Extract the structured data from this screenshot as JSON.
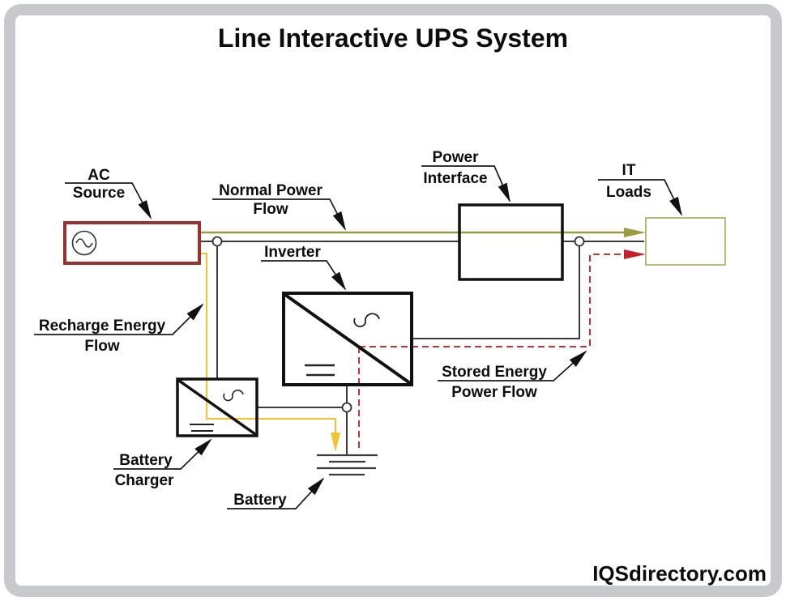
{
  "title": "Line Interactive UPS System",
  "watermark": "IQSdirectory.com",
  "labels": {
    "ac_source": {
      "line1": "AC",
      "line2": "Source"
    },
    "normal_power_flow": {
      "line1": "Normal Power",
      "line2": "Flow"
    },
    "inverter": {
      "line1": "Inverter"
    },
    "power_interface": {
      "line1": "Power",
      "line2": "Interface"
    },
    "it_loads": {
      "line1": "IT",
      "line2": "Loads"
    },
    "recharge_energy_flow": {
      "line1": "Recharge Energy",
      "line2": "Flow"
    },
    "stored_energy_power_flow": {
      "line1": "Stored Energy",
      "line2": "Power Flow"
    },
    "battery_charger": {
      "line1": "Battery",
      "line2": "Charger"
    },
    "battery": {
      "line1": "Battery"
    }
  },
  "colors": {
    "normal_power_line": "#9C9C3F",
    "stored_energy_line": "#C33434",
    "recharge_energy_line": "#F2C331",
    "wire": "#3B3B3B",
    "ac_source_border": "#993131",
    "it_loads_border": "#A6A65A",
    "frame": "#C7C9CC",
    "text": "#0D0D0D"
  }
}
